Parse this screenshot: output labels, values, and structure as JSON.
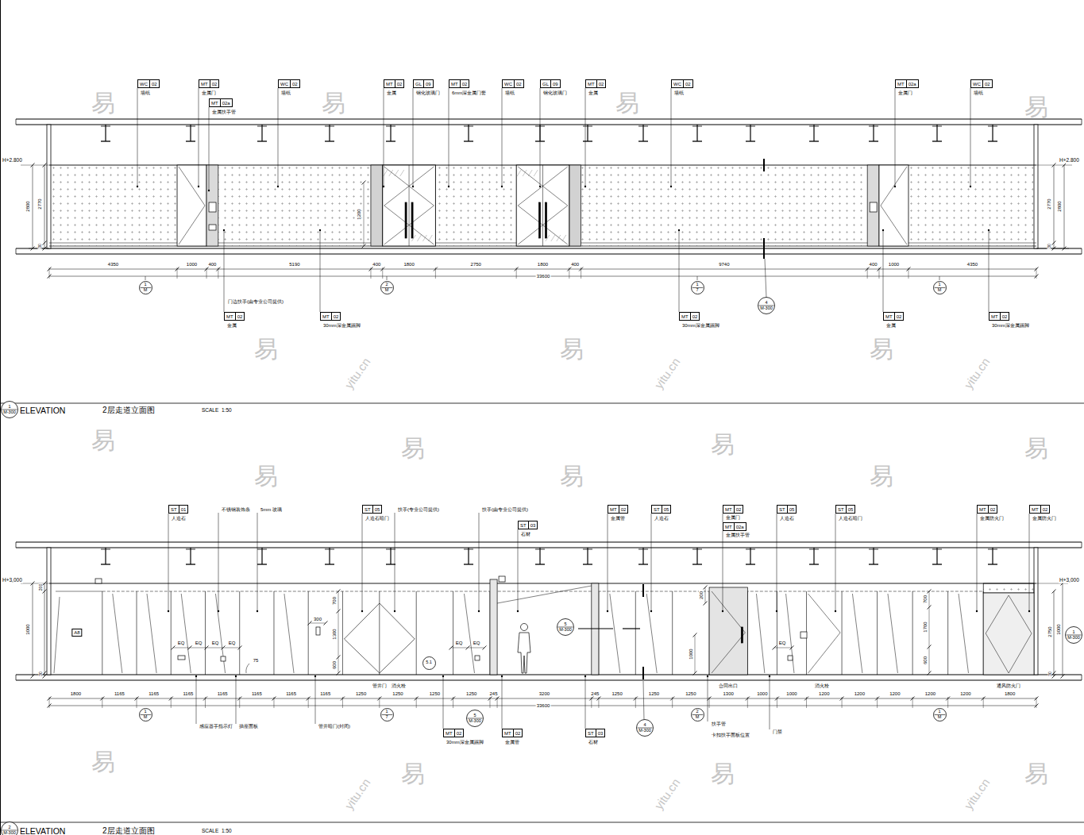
{
  "diagram": {
    "nodes": [
      {
        "text": [
          "WC",
          "02"
        ]
      },
      {
        "text": [
          "MT",
          "02"
        ]
      },
      {
        "text": [
          "MT",
          "02a"
        ]
      },
      {
        "text": [
          "WC",
          "02"
        ]
      },
      {
        "text": [
          "MT",
          "02"
        ]
      },
      {
        "text": [
          "GL",
          "09"
        ]
      },
      {
        "text": [
          "MT",
          "02"
        ]
      },
      {
        "text": [
          "WC",
          "02"
        ]
      },
      {
        "text": [
          "GL",
          "09"
        ]
      },
      {
        "text": [
          "MT",
          "02"
        ]
      },
      {
        "text": [
          "WC",
          "02"
        ]
      },
      {
        "text": [
          "MT",
          "02a"
        ]
      },
      {
        "text": [
          "WC",
          "02"
        ]
      },
      {
        "text": [
          "MT",
          "02"
        ]
      },
      {
        "text": [
          "MT",
          "02"
        ]
      },
      {
        "text": [
          "MT",
          "02"
        ]
      },
      {
        "text": [
          "MT",
          "02"
        ]
      },
      {
        "text": [
          "MT",
          "02"
        ]
      },
      {
        "text": [
          "1",
          "M"
        ]
      },
      {
        "text": [
          "2",
          "M"
        ]
      },
      {
        "text": [
          "1",
          "7"
        ]
      },
      {
        "text": [
          "1",
          "M"
        ]
      },
      {
        "text": [
          "4",
          "M-300"
        ]
      },
      {
        "text": [
          "1",
          "M-300"
        ]
      },
      {
        "text": [
          "ST",
          "01"
        ]
      },
      {
        "text": [
          "ST",
          "05"
        ]
      },
      {
        "text": [
          "ST",
          "03"
        ]
      },
      {
        "text": [
          "MT",
          "02"
        ]
      },
      {
        "text": [
          "ST",
          "05"
        ]
      },
      {
        "text": [
          "MT",
          "02"
        ]
      },
      {
        "text": [
          "MT",
          "02a"
        ]
      },
      {
        "text": [
          "ST",
          "05"
        ]
      },
      {
        "text": [
          "ST",
          "05"
        ]
      },
      {
        "text": [
          "MT",
          "02"
        ]
      },
      {
        "text": [
          "MT",
          "02"
        ]
      },
      {
        "text": [
          "MT",
          "02"
        ]
      },
      {
        "text": [
          "MT",
          "02"
        ]
      },
      {
        "text": [
          "ST",
          "03"
        ]
      },
      {
        "text": [
          "1",
          "M"
        ]
      },
      {
        "text": [
          "1",
          "7"
        ]
      },
      {
        "text": [
          "2",
          "M"
        ]
      },
      {
        "text": [
          "1",
          "M"
        ]
      },
      {
        "text": [
          "5",
          "M-300"
        ]
      },
      {
        "text": [
          "5.1"
        ]
      },
      {
        "text": [
          "1",
          "M-300"
        ]
      },
      {
        "text": [
          "5",
          "M-300"
        ]
      },
      {
        "text": [
          "4",
          "M-300"
        ]
      },
      {
        "text": [
          "2",
          "M-300"
        ]
      }
    ],
    "labels": [
      "墙纸",
      "金属门",
      "金属扶手管",
      "墙纸",
      "金属",
      "钢化玻璃门",
      "6mm深金属门套",
      "墙纸",
      "钢化玻璃门",
      "金属",
      "墙纸",
      "金属门",
      "墙纸",
      "门边扶手(由专业公司提供)",
      "金属",
      "30mm深金属踢脚",
      "30mm深金属踢脚",
      "金属",
      "30mm深金属踢脚",
      "4350",
      "1000",
      "400",
      "5190",
      "400",
      "1800",
      "2750",
      "1800",
      "400",
      "9740",
      "400",
      "1000",
      "4350",
      "33600",
      "H+2.800",
      "2800",
      "2770",
      "30",
      "H+2.800",
      "2770",
      "2800",
      "30",
      "1200",
      "ELEVATION",
      "2层走道立面图",
      "SCALE",
      "1:50",
      "人造石",
      "不锈钢装饰条",
      "5mm 玻璃",
      "人造石暗门",
      "扶手(专业公司提供)",
      "扶手(由专业公司提供)",
      "石材",
      "金属管",
      "人造石",
      "金属门",
      "金属扶手管",
      "人造石",
      "人造石暗门",
      "金属防火门",
      "金属防火门",
      "感应器手指示灯",
      "插座面板",
      "管井暗门(封闭)",
      "30mm深金属踢脚",
      "金属管",
      "石材",
      "扶手管",
      "卡扣扶手面板位置",
      "门禁",
      "1800",
      "1165",
      "1165",
      "1165",
      "1165",
      "1165",
      "1165",
      "1165",
      "1250",
      "1250",
      "1250",
      "1250",
      "245",
      "3200",
      "245",
      "1250",
      "1250",
      "1250",
      "1300",
      "1000",
      "1000",
      "1200",
      "1200",
      "1200",
      "1200",
      "1200",
      "1800",
      "33600",
      "H+3,000",
      "3000",
      "200",
      "30",
      "H+3,000",
      "2750",
      "3000",
      "30",
      "700",
      "300",
      "1300",
      "600",
      "EQ",
      "EQ",
      "EQ",
      "EQ",
      "EQ",
      "EQ",
      "EQ",
      "1700",
      "600",
      "700",
      "1000",
      "200",
      "75",
      "管井门",
      "消火栓",
      "合同出口",
      "消火栓",
      "通风防火门",
      "A8",
      "ELEVATION",
      "2层走道立面图",
      "SCALE",
      "1:50",
      "易",
      "易",
      "易",
      "易",
      "易",
      "易",
      "易",
      "易",
      "易",
      "易",
      "易",
      "易",
      "易",
      "易",
      "易",
      "易",
      "易",
      "易",
      "yitu.cn",
      "yitu.cn",
      "yitu.cn",
      "yitu.cn",
      "yitu.cn",
      "yitu.cn"
    ]
  }
}
